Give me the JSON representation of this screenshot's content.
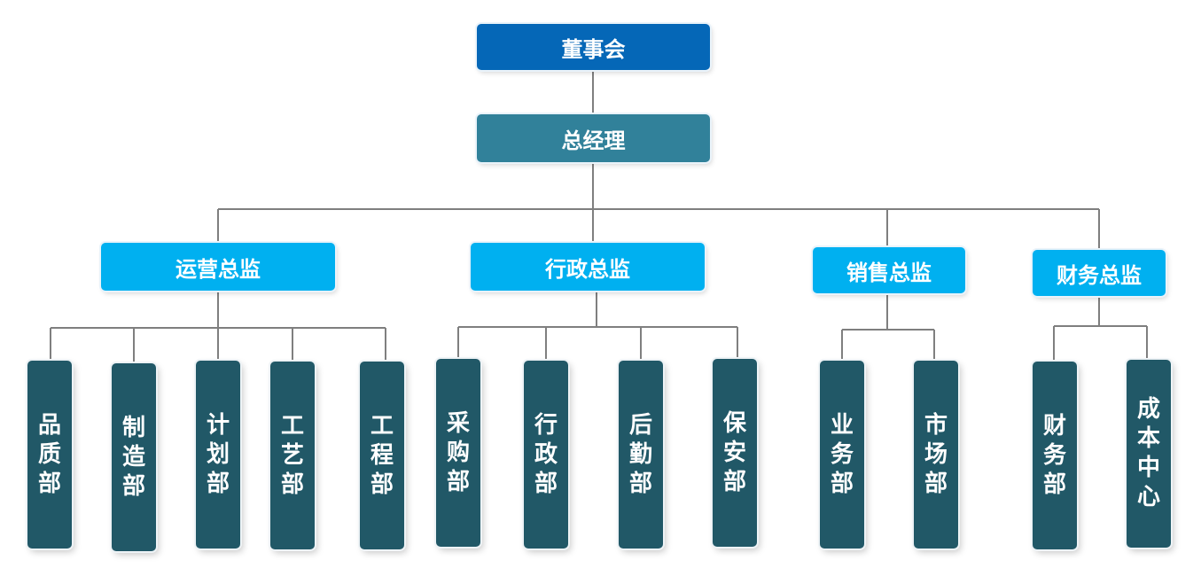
{
  "colors": {
    "board": "#0567b7",
    "gm": "#31819a",
    "director": "#00b0f0",
    "dept": "#215867",
    "line": "#7f7f7f"
  },
  "board": {
    "label": "董事会"
  },
  "gm": {
    "label": "总经理"
  },
  "directors": [
    {
      "label": "运营总监",
      "departments": [
        "品质部",
        "制造部",
        "计划部",
        "工艺部",
        "工程部"
      ]
    },
    {
      "label": "行政总监",
      "departments": [
        "采购部",
        "行政部",
        "后勤部",
        "保安部"
      ]
    },
    {
      "label": "销售总监",
      "departments": [
        "业务部",
        "市场部"
      ]
    },
    {
      "label": "财务总监",
      "departments": [
        "财务部",
        "成本中心"
      ]
    }
  ]
}
